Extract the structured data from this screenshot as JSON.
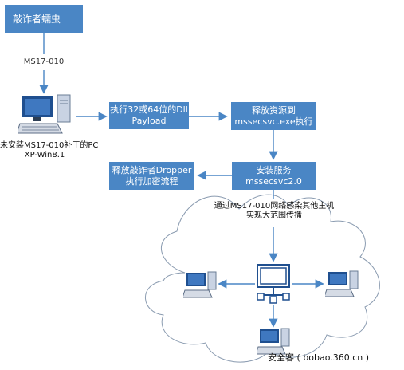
{
  "nodes": {
    "title": "敲诈者蠕虫",
    "exec_payload": {
      "line1": "执行32或64位的Dll",
      "line2": "Payload"
    },
    "release_resource": {
      "line1": "释放资源到",
      "line2": "mssecsvc.exe执行"
    },
    "install_service": {
      "line1": "安装服务",
      "line2": "mssecsvc2.0"
    },
    "release_dropper": {
      "line1": "释放敲诈者Dropper",
      "line2": "执行加密流程"
    }
  },
  "labels": {
    "ms17": "MS17-010",
    "pc_line1": "未安装MS17-010补丁的PC",
    "pc_line2": "XP-Win8.1",
    "spread_line1": "通过MS17-010网络感染其他主机",
    "spread_line2": "实现大范围传播"
  },
  "watermark": "安全客 ( bobao.360.cn )",
  "colors": {
    "box": "#4a86c5",
    "line": "#4a86c5",
    "cloud": "#8a9bb0"
  },
  "icons": [
    "computer-icon",
    "network-hub-icon"
  ]
}
